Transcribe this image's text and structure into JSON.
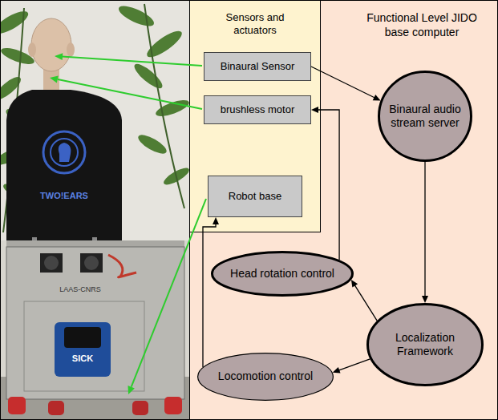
{
  "diagram": {
    "nodes": [
      {
        "text": [
          "Sensors and actuators"
        ]
      },
      {
        "text": [
          "Binaural Sensor"
        ],
        "in": 0
      },
      {
        "text": [
          "brushless motor"
        ],
        "in": 0
      },
      {
        "text": [
          "Robot base"
        ],
        "in": 0
      },
      {
        "text": [
          "Functional Level JIDO base computer"
        ]
      },
      {
        "text": [
          "Binaural audio stream server"
        ],
        "in": 4
      },
      {
        "text": [
          "Head rotation control"
        ],
        "in": 4
      },
      {
        "text": [
          "Localization Framework"
        ],
        "in": 4
      },
      {
        "text": [
          "Locomotion control"
        ],
        "in": 4
      }
    ],
    "edges": [
      {
        "from": 1,
        "to": 5,
        "arrow": "to"
      },
      {
        "from": 5,
        "to": 7,
        "arrow": "to"
      },
      {
        "from": 7,
        "to": 6,
        "arrow": "to"
      },
      {
        "from": 7,
        "to": 8,
        "arrow": "to"
      },
      {
        "from": 6,
        "to": 2,
        "arrow": "to"
      },
      {
        "from": 8,
        "to": 3,
        "arrow": "to"
      }
    ],
    "labels": [
      "TWO!EARS",
      "LAAS-CNRS",
      "SICK"
    ]
  }
}
